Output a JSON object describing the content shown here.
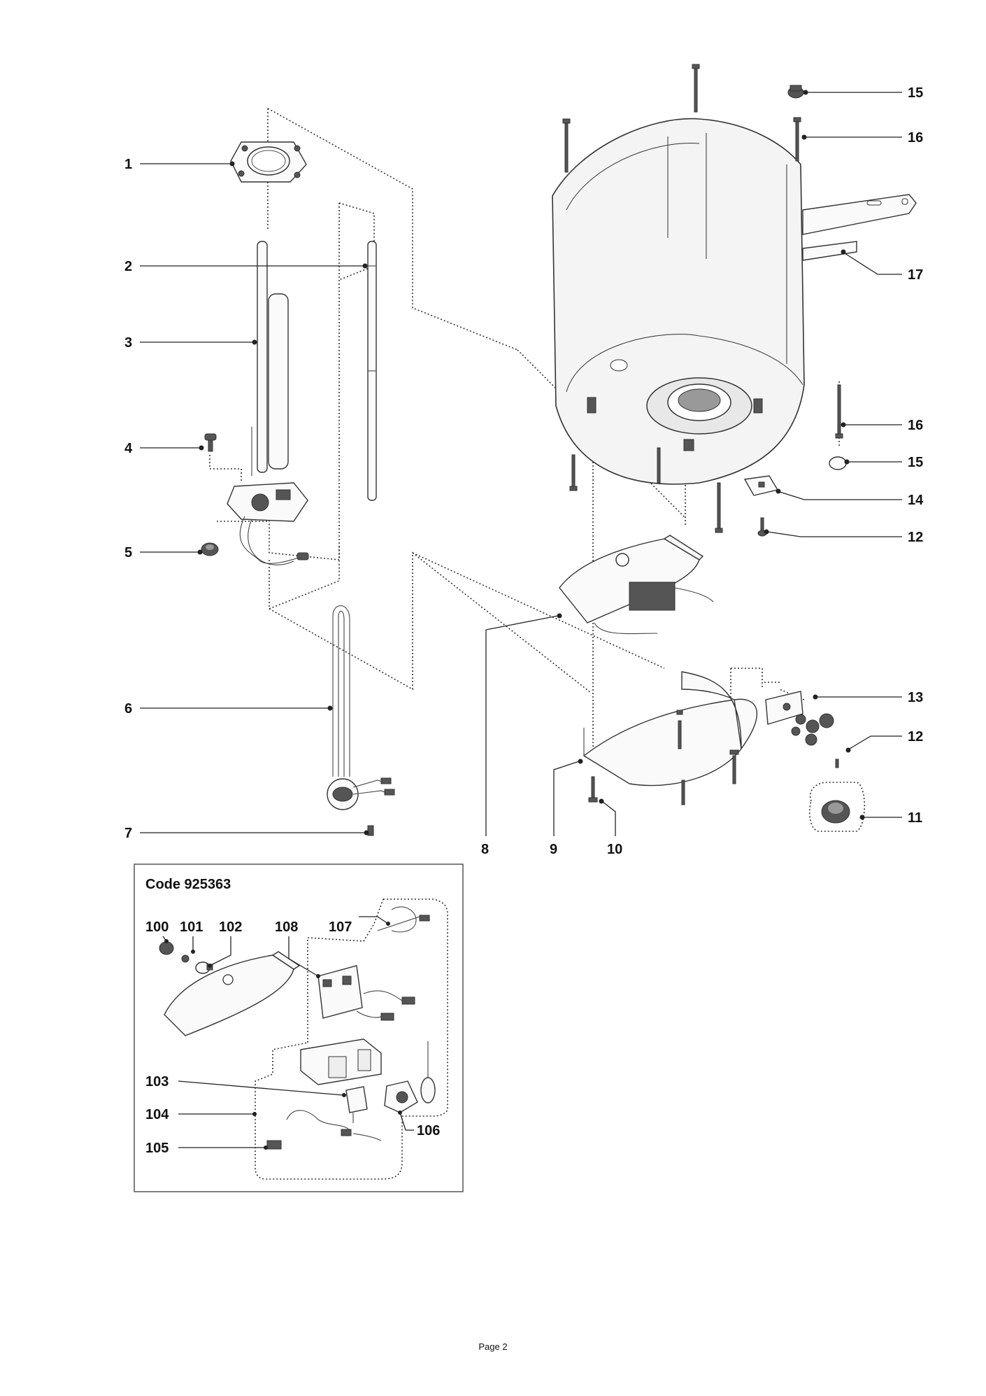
{
  "callouts": {
    "c1": "1",
    "c2": "2",
    "c3": "3",
    "c4": "4",
    "c5": "5",
    "c6": "6",
    "c7": "7",
    "c8": "8",
    "c9": "9",
    "c10": "10",
    "c11": "11",
    "c12a": "12",
    "c12b": "12",
    "c13": "13",
    "c14": "14",
    "c15a": "15",
    "c15b": "15",
    "c16a": "16",
    "c16b": "16",
    "c17": "17"
  },
  "inset": {
    "title": "Code 925363",
    "callouts": {
      "c100": "100",
      "c101": "101",
      "c102": "102",
      "c103": "103",
      "c104": "104",
      "c105": "105",
      "c106": "106",
      "c107": "107",
      "c108": "108"
    }
  },
  "footer": {
    "page_label": "Page 2"
  }
}
